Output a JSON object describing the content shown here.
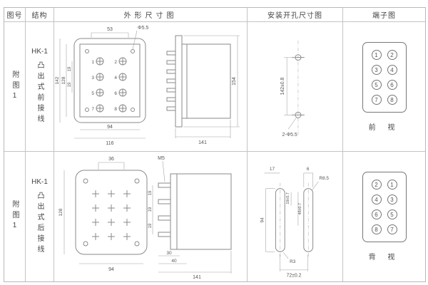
{
  "header": {
    "figure_no": "图号",
    "structure": "结构",
    "outline": "外形尺寸图",
    "mounting": "安装开孔尺寸图",
    "terminal": "端子图"
  },
  "rows": [
    {
      "figure_no": "附图1",
      "model": "HK-1",
      "structure_desc": "凸出式前接线",
      "outline": {
        "dim_top": "53",
        "hole_note": "Φ5.5",
        "dim_height_outer": "142",
        "dim_height_inner": "128",
        "dim_pitch_a": "19",
        "dim_pitch_b": "19",
        "dim_width_inner": "94",
        "dim_width_outer": "116",
        "pins": [
          "1",
          "2",
          "3",
          "4",
          "5",
          "6",
          "7",
          "8"
        ],
        "side_height": "154",
        "side_depth": "141"
      },
      "mounting": {
        "dim_vertical": "142±0.8",
        "hole_note": "2-Φ5.5"
      },
      "terminal": {
        "numbers": [
          "1",
          "2",
          "3",
          "4",
          "5",
          "6",
          "7",
          "8"
        ],
        "view_label": "前 视"
      }
    },
    {
      "figure_no": "附图1",
      "model": "HK-1",
      "structure_desc": "凸出式后接线",
      "outline": {
        "dim_top": "36",
        "screw_note": "M5",
        "dim_height": "128",
        "dim_pitch_a": "19",
        "dim_pitch_b": "19",
        "dim_pitch_c": "19",
        "dim_width": "94",
        "dim_d1": "30",
        "dim_d2": "40",
        "side_depth": "141"
      },
      "mounting": {
        "dim_t1": "17",
        "dim_t2": "6",
        "radius_top": "R8.5",
        "dim_slot_len": "94",
        "dim_m1": "19±0.7",
        "dim_m2": "48±0.7",
        "radius_bottom": "R3",
        "dim_bottom": "72±0.2"
      },
      "terminal": {
        "numbers": [
          "2",
          "1",
          "4",
          "3",
          "6",
          "5",
          "8",
          "7"
        ],
        "view_label": "背 视"
      }
    }
  ]
}
